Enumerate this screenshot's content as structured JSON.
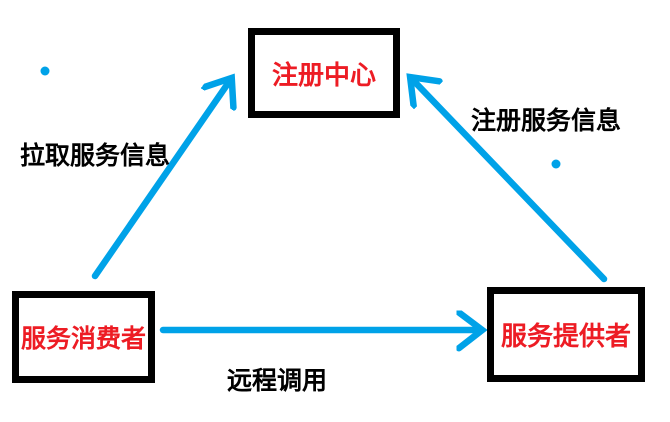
{
  "diagram": {
    "type": "architecture-diagram",
    "topic": "service registry / RPC discovery",
    "nodes": [
      {
        "id": "registry",
        "label": "注册中心"
      },
      {
        "id": "consumer",
        "label": "服务消费者"
      },
      {
        "id": "provider",
        "label": "服务提供者"
      }
    ],
    "edges": [
      {
        "from": "consumer",
        "to": "registry",
        "label": "拉取服务信息"
      },
      {
        "from": "provider",
        "to": "registry",
        "label": "注册服务信息"
      },
      {
        "from": "consumer",
        "to": "provider",
        "label": "远程调用"
      }
    ],
    "colors": {
      "node_text": "#ED1C24",
      "node_border": "#000000",
      "arrow": "#00A2E8",
      "edge_label_text": "#000000",
      "background": "#FFFFFF"
    }
  }
}
